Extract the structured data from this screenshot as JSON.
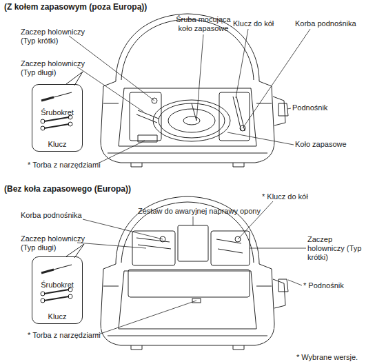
{
  "diagram": {
    "nodes": [
      {
        "text": [
          "Śrubokręt",
          "Klucz"
        ]
      },
      {
        "text": [
          "Śrubokręt",
          "Klucz"
        ]
      }
    ],
    "labels": [
      "(Z kołem zapasowym (poza Europą))",
      "Zaczep holowniczy (Typ krótki)",
      "Śruba mocująca koło zapasowe",
      "Klucz do kół",
      "Korba podnośnika",
      "Zaczep holowniczy (Typ długi)",
      "Podnośnik",
      "Koło zapasowe",
      "* Torba z narzędziami",
      "(Bez koła zapasowego (Europa))",
      "Korba podnośnika",
      "Zestaw do awaryjnej naprawy opony",
      "* Klucz do kół",
      "Zaczep holowniczy (Typ długi)",
      "Zaczep holowniczy (Typ krótki)",
      "* Podnośnik",
      "* Torba z narzędziami",
      "* Wybrane wersje."
    ]
  }
}
